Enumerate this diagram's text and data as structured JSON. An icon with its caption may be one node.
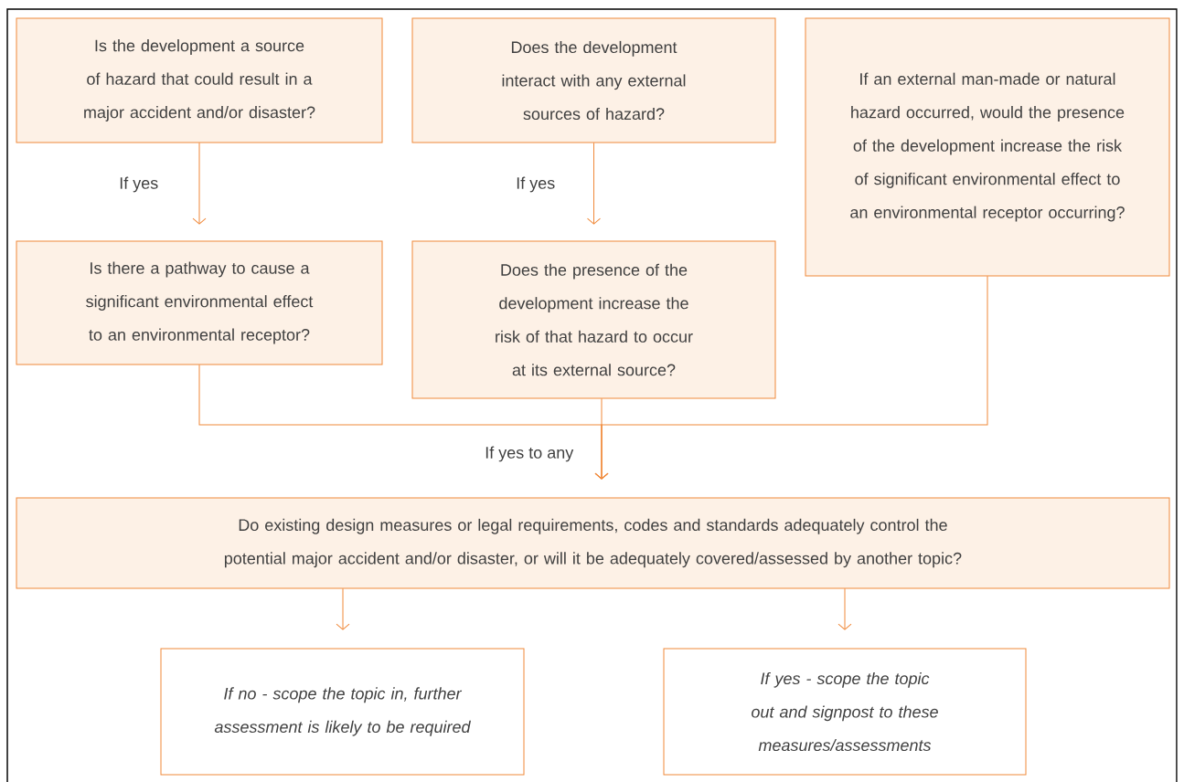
{
  "diagram": {
    "nodes": [
      {
        "text": [
          "Is the development a source of hazard that could result in a major accident and/or disaster?"
        ]
      },
      {
        "text": [
          "Does the development interact with any external sources of hazard?"
        ]
      },
      {
        "text": [
          "If an external man-made or natural hazard occurred, would the presence of the development increase the risk of significant environmental effect to an environmental receptor occurring?"
        ]
      },
      {
        "text": [
          "Is there a pathway to cause a significant environmental effect to an environmental receptor?"
        ]
      },
      {
        "text": [
          "Does the presence of the development increase the risk of that hazard to occur at its external source?"
        ]
      },
      {
        "text": [
          "Do existing design measures or legal requirements, codes and standards adequately control the potential major accident and/or disaster, or will it be adequately covered/assessed by another topic?"
        ]
      },
      {
        "text": [
          "If no - scope the topic in, further assessment is likely to be required"
        ]
      },
      {
        "text": [
          "If yes - scope the topic out and signpost to these measures/assessments"
        ]
      }
    ],
    "edges": [
      {
        "from": 0,
        "to": 3,
        "arrow": "to",
        "label": "If yes"
      },
      {
        "from": 1,
        "to": 4,
        "arrow": "to",
        "label": "If yes"
      },
      {
        "from": 3,
        "to": 5,
        "arrow": "to"
      },
      {
        "from": 4,
        "to": 5,
        "arrow": "to",
        "label": "If yes to any"
      },
      {
        "from": 2,
        "to": 5,
        "arrow": "to"
      },
      {
        "from": 5,
        "to": 6,
        "arrow": "to"
      },
      {
        "from": 5,
        "to": 7,
        "arrow": "to"
      }
    ]
  }
}
